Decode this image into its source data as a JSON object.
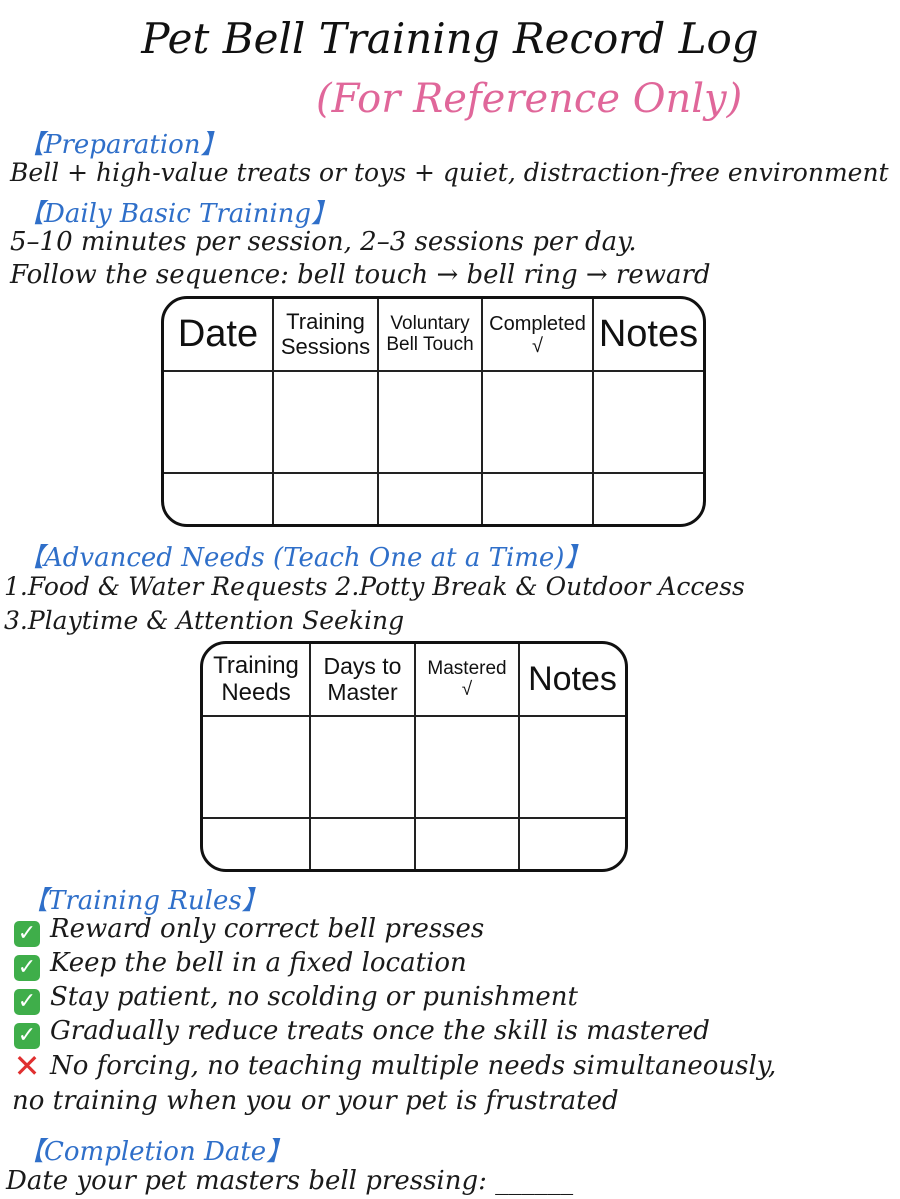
{
  "title": "Pet Bell Training Record Log",
  "subtitle": "(For Reference Only)",
  "preparation": {
    "heading": "【Preparation】",
    "text": "Bell + high-value treats or toys + quiet, distraction-free environment"
  },
  "daily": {
    "heading": "【Daily Basic Training】",
    "line1": "5–10 minutes per session, 2–3 sessions per day.",
    "line2": "Follow the sequence: bell touch → bell ring → reward",
    "table": {
      "col_date": "Date",
      "col_sessions_1": "Training",
      "col_sessions_2": "Sessions",
      "col_touch_1": "Voluntary",
      "col_touch_2": "Bell Touch",
      "col_completed_1": "Completed",
      "col_completed_2": "√",
      "col_notes": "Notes"
    }
  },
  "advanced": {
    "heading": "【Advanced Needs (Teach One at a Time)】",
    "line1": "1.Food & Water Requests 2.Potty Break & Outdoor Access",
    "line2": "3.Playtime & Attention Seeking",
    "table": {
      "col_needs_1": "Training",
      "col_needs_2": "Needs",
      "col_days_1": "Days to",
      "col_days_2": "Master",
      "col_mastered_1": "Mastered",
      "col_mastered_2": "√",
      "col_notes": "Notes"
    }
  },
  "rules": {
    "heading": "【Training Rules】",
    "items": [
      {
        "icon": "check-icon",
        "text": "Reward only correct bell presses"
      },
      {
        "icon": "check-icon",
        "text": "Keep the bell in a fixed location"
      },
      {
        "icon": "check-icon",
        "text": "Stay patient, no scolding or punishment"
      },
      {
        "icon": "check-icon",
        "text": "Gradually reduce treats once the skill is mastered"
      }
    ],
    "warning_line1": "No forcing, no teaching multiple needs simultaneously,",
    "warning_line2": "no training when you or your pet is frustrated"
  },
  "completion": {
    "heading": "【Completion Date】",
    "text": "Date your pet masters bell pressing: ______"
  },
  "colors": {
    "heading": "#2f6fc9",
    "subtitle": "#e0679a",
    "check": "#3fae4a",
    "cross": "#e03030"
  }
}
